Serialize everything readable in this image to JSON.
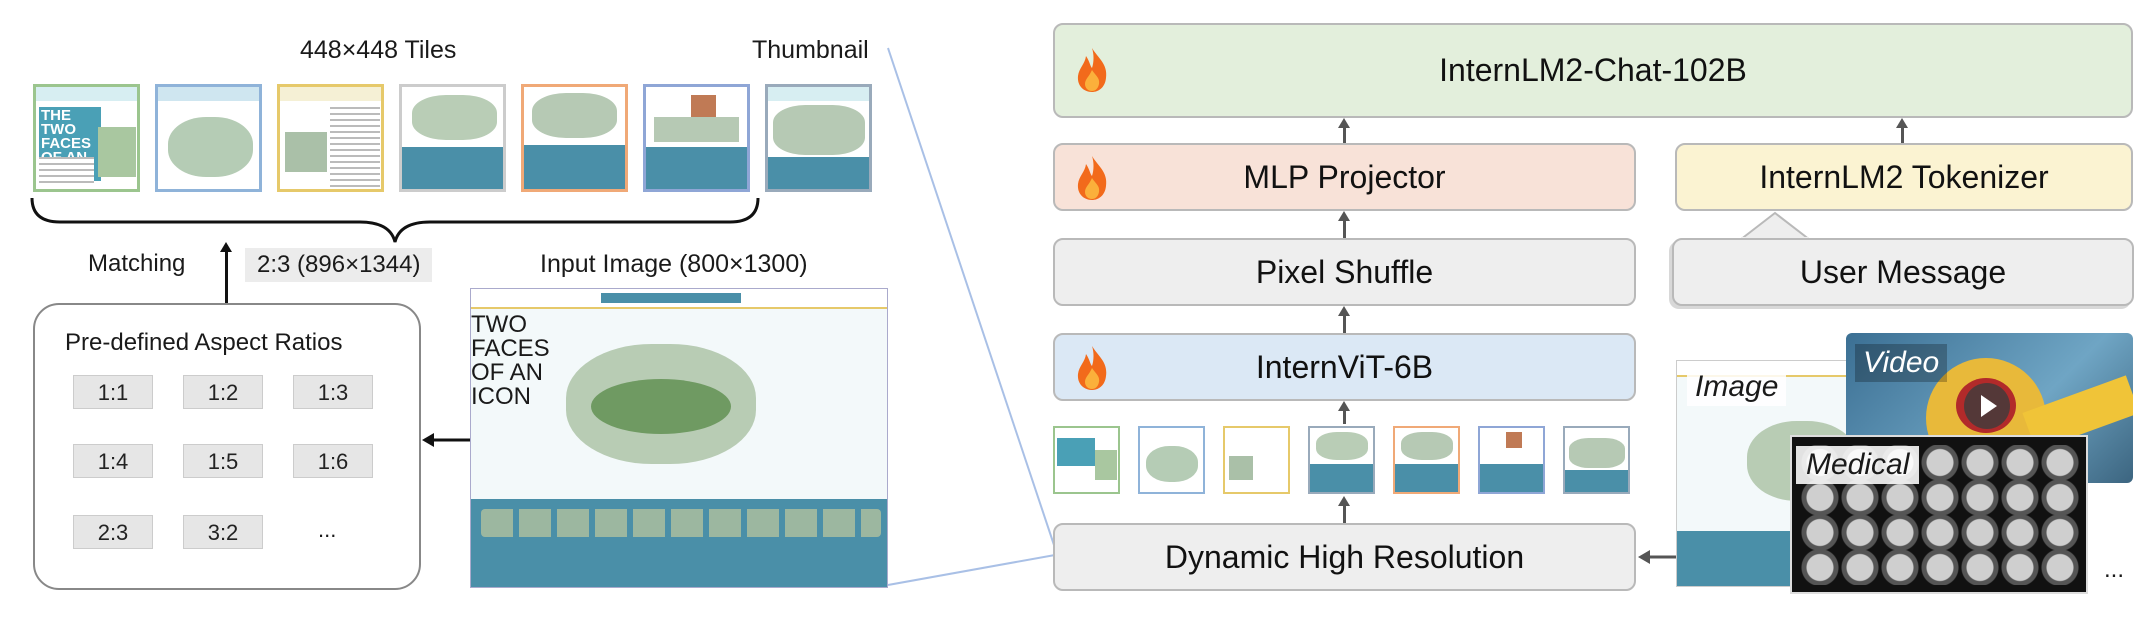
{
  "left": {
    "tiles_label": "448×448 Tiles",
    "thumbnail_label": "Thumbnail",
    "matching_label": "Matching",
    "selected_ratio": "2:3 (896×1344)",
    "input_image_label": "Input Image (800×1300)",
    "ratios_title": "Pre-defined Aspect Ratios",
    "ratios": [
      "1:1",
      "1:2",
      "1:3",
      "1:4",
      "1:5",
      "1:6",
      "2:3",
      "3:2",
      "..."
    ],
    "tile_headline": "THE TWO FACES OF AN ICON"
  },
  "right": {
    "llm": "InternLM2-Chat-102B",
    "projector": "MLP Projector",
    "pixel_shuffle": "Pixel Shuffle",
    "vit": "InternViT-6B",
    "dynamic": "Dynamic High Resolution",
    "tokenizer": "InternLM2 Tokenizer",
    "user_message": "User Message",
    "image_label": "Image",
    "video_label": "Video",
    "medical_label": "Medical",
    "more": "..."
  },
  "colors": {
    "llm_bg": "#e3efdc",
    "projector_bg": "#f8e2d8",
    "vit_bg": "#dbe8f5",
    "tokenizer_bg": "#fbf3d2",
    "neutral_bg": "#eeeeee",
    "flame": "#f26a1b"
  }
}
